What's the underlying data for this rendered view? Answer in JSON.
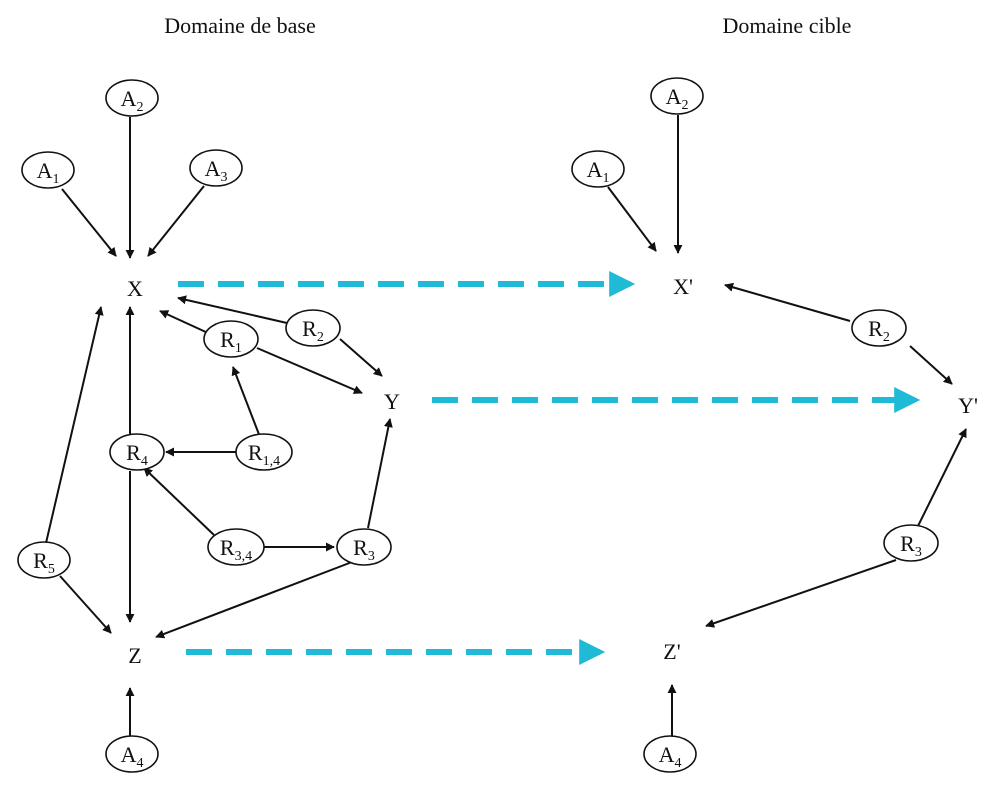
{
  "titles": {
    "base": "Domaine de base",
    "target": "Domaine cible"
  },
  "nodes": {
    "X": {
      "label": "X",
      "sub": ""
    },
    "Y": {
      "label": "Y",
      "sub": ""
    },
    "Z": {
      "label": "Z",
      "sub": ""
    },
    "Xp": {
      "label": "X'",
      "sub": ""
    },
    "Yp": {
      "label": "Y'",
      "sub": ""
    },
    "Zp": {
      "label": "Z'",
      "sub": ""
    },
    "A1": {
      "label": "A",
      "sub": "1"
    },
    "A2": {
      "label": "A",
      "sub": "2"
    },
    "A3": {
      "label": "A",
      "sub": "3"
    },
    "A4": {
      "label": "A",
      "sub": "4"
    },
    "R1": {
      "label": "R",
      "sub": "1"
    },
    "R2": {
      "label": "R",
      "sub": "2"
    },
    "R3": {
      "label": "R",
      "sub": "3"
    },
    "R4": {
      "label": "R",
      "sub": "4"
    },
    "R5": {
      "label": "R",
      "sub": "5"
    },
    "R14": {
      "label": "R",
      "sub": "1,4"
    },
    "R34": {
      "label": "R",
      "sub": "3,4"
    },
    "A1p": {
      "label": "A",
      "sub": "1"
    },
    "A2p": {
      "label": "A",
      "sub": "2"
    },
    "A4p": {
      "label": "A",
      "sub": "4"
    },
    "R2p": {
      "label": "R",
      "sub": "2"
    },
    "R3p": {
      "label": "R",
      "sub": "3"
    }
  },
  "colors": {
    "mapping_arrow": "#1fbad6",
    "ink": "#111111"
  }
}
